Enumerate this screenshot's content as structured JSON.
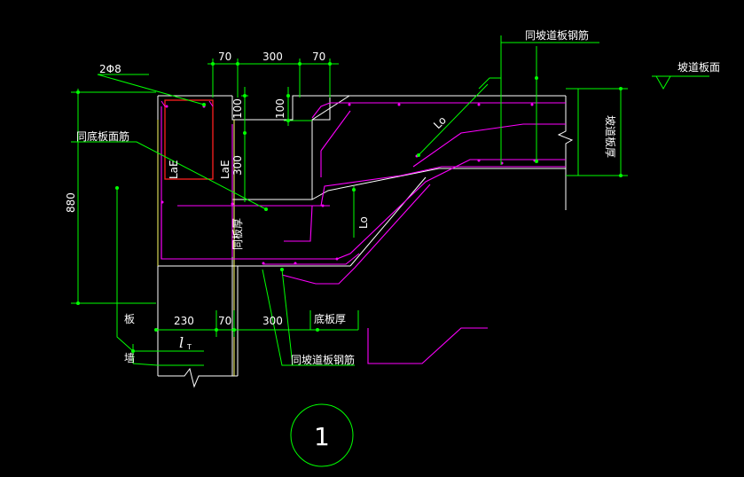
{
  "dims": {
    "top_70_left": "70",
    "top_300": "300",
    "top_70_right": "70",
    "v_100_a": "100",
    "v_100_b": "100",
    "v_300": "300",
    "v_880": "880",
    "bot_230": "230",
    "bot_70": "70",
    "bot_300": "300"
  },
  "labels": {
    "rebar_2phi8": "2Φ8",
    "same_bottom_face_rebar": "同底板面筋",
    "laE_left": "LaE",
    "laE_right": "LaE",
    "same_slab_thickness": "同板厚",
    "lo_upper": "Lo",
    "lo_lower": "Lo",
    "same_ramp_rebar_top": "同坡道板钢筋",
    "ramp_surface": "坡道板面",
    "ramp_thickness": "坡道板厚",
    "bottom_slab_thickness": "底板厚",
    "same_ramp_rebar_bottom": "同坡道板钢筋",
    "slab": "板",
    "wall": "墙",
    "lt": "l",
    "lt_sub": "T",
    "section_number": "1"
  },
  "colors": {
    "structure": "#ffffff",
    "dimension": "#00ff00",
    "rebar": "#ff00ff",
    "stirrup": "#ff2020",
    "hook": "#ff00ff",
    "anchor": "#ffff66"
  }
}
